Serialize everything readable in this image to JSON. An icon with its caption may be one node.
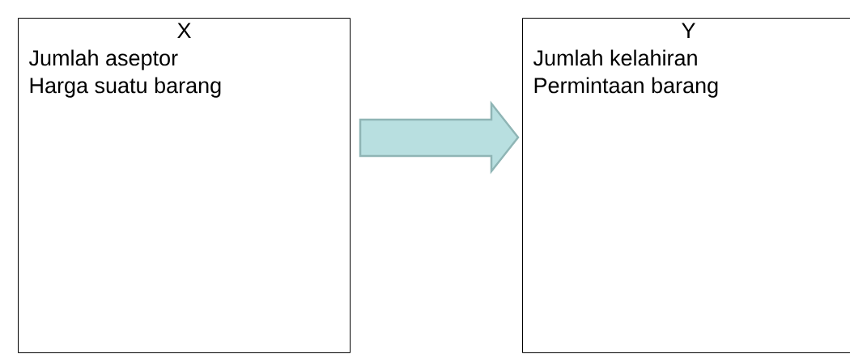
{
  "diagram": {
    "nodes": [
      {
        "text": [
          "X",
          "Jumlah aseptor",
          "Harga suatu barang"
        ]
      },
      {
        "text": [
          "Y",
          "Jumlah kelahiran",
          "Permintaan barang"
        ]
      }
    ],
    "edges": [
      {
        "from": 0,
        "to": 1,
        "arrow": "to",
        "style": "thick"
      }
    ]
  }
}
